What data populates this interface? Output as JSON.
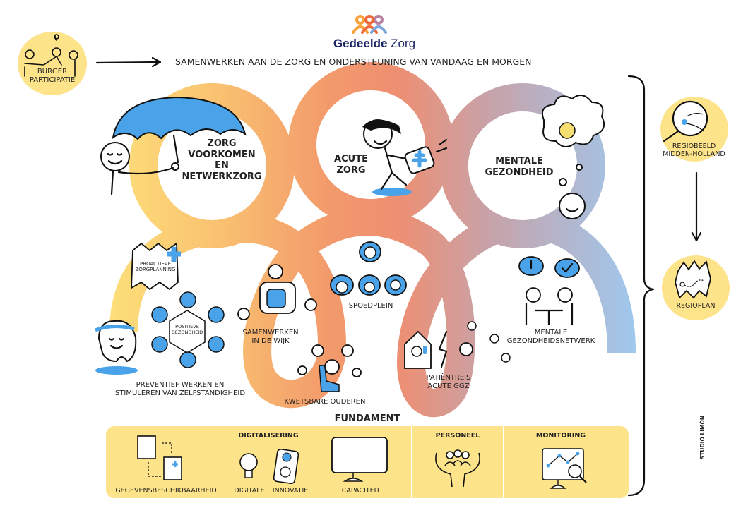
{
  "logo": {
    "name": "Gedeelde Zorg",
    "name_bold": "Gedeelde",
    "name_light": "Zorg"
  },
  "tagline": "SAMENWERKEN AAN DE ZORG EN ONDERSTEUNING VAN VANDAAG EN MORGEN",
  "burger": {
    "line1": "BURGER",
    "line2": "PARTICIPATIE"
  },
  "themes": [
    {
      "id": "zorg-voorkomen",
      "lines": [
        "ZORG",
        "VOORKOMEN",
        "EN",
        "NETWERKZORG"
      ]
    },
    {
      "id": "acute-zorg",
      "lines": [
        "ACUTE",
        "ZORG"
      ]
    },
    {
      "id": "mentale-gezondheid",
      "lines": [
        "MENTALE",
        "GEZONDHEID"
      ]
    }
  ],
  "items": {
    "proactieve": [
      "PROACTIEVE",
      "ZORGPLANNING"
    ],
    "positieve": [
      "POSITIEVE",
      "GEZONDHEID"
    ],
    "preventief": [
      "PREVENTIEF WERKEN EN",
      "STIMULEREN VAN ZELFSTANDIGHEID"
    ],
    "samenwerken": [
      "SAMENWERKEN",
      "IN DE WIJK"
    ],
    "spoedplein": "SPOEDPLEIN",
    "kwetsbare": "KWETSBARE OUDEREN",
    "patientreis": [
      "PATIËNTREIS",
      "ACUTE GGZ"
    ],
    "mentaal_netwerk": [
      "MENTALE",
      "GEZONDHEIDSNETWERK"
    ]
  },
  "region": {
    "regiobeeld": [
      "REGIOBEELD",
      "MIDDEN-HOLLAND"
    ],
    "regioplan": "REGIOPLAN"
  },
  "fundament": {
    "title": "FUNDAMENT",
    "digitalisering": {
      "title": "DIGITALISERING",
      "items": [
        "GEGEVENSBESCHIKBAARHEID",
        "DIGITALE",
        "INNOVATIE",
        "CAPACITEIT"
      ]
    },
    "personeel": "PERSONEEL",
    "monitoring": "MONITORING"
  },
  "credit": "STUDIO LIMÓN",
  "colors": {
    "yellow": "#fde38a",
    "loop_yellow": "#fbd46e",
    "loop_orange": "#f6a06a",
    "loop_coral": "#f08a6e",
    "loop_mauve": "#c8a4a8",
    "loop_blue": "#9cc4ea",
    "icon_blue": "#4aa3e8",
    "navy": "#1c2566"
  }
}
